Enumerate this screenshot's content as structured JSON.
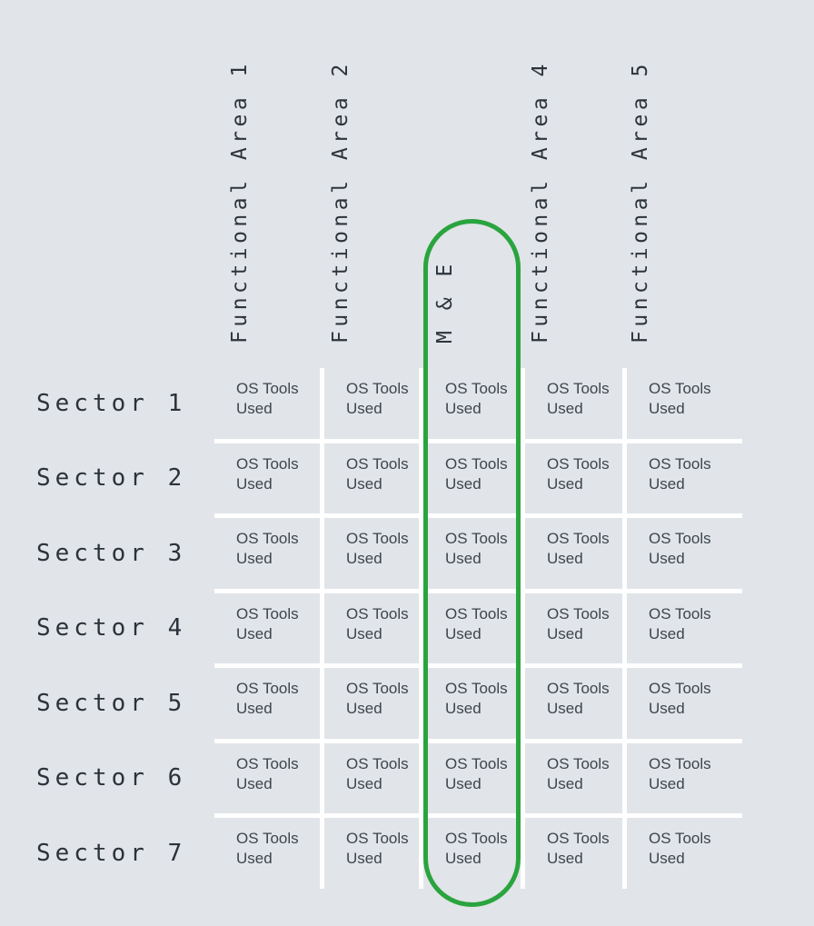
{
  "matrix": {
    "columns": [
      {
        "label": "Functional Area 1",
        "highlighted": false
      },
      {
        "label": "Functional Area 2",
        "highlighted": false
      },
      {
        "label": "M & E",
        "highlighted": true
      },
      {
        "label": "Functional Area 4",
        "highlighted": false
      },
      {
        "label": "Functional Area 5",
        "highlighted": false
      }
    ],
    "rows": [
      {
        "label": "Sector 1"
      },
      {
        "label": "Sector 2"
      },
      {
        "label": "Sector 3"
      },
      {
        "label": "Sector 4"
      },
      {
        "label": "Sector 5"
      },
      {
        "label": "Sector 6"
      },
      {
        "label": "Sector 7"
      }
    ],
    "cell_text": "OS Tools Used"
  },
  "colors": {
    "background": "#e1e4e8",
    "grid_line": "#ffffff",
    "highlight_ring": "#2aa43e",
    "header_text": "#2d343c",
    "row_label_text": "#2b323a",
    "cell_text": "#3d454d"
  }
}
